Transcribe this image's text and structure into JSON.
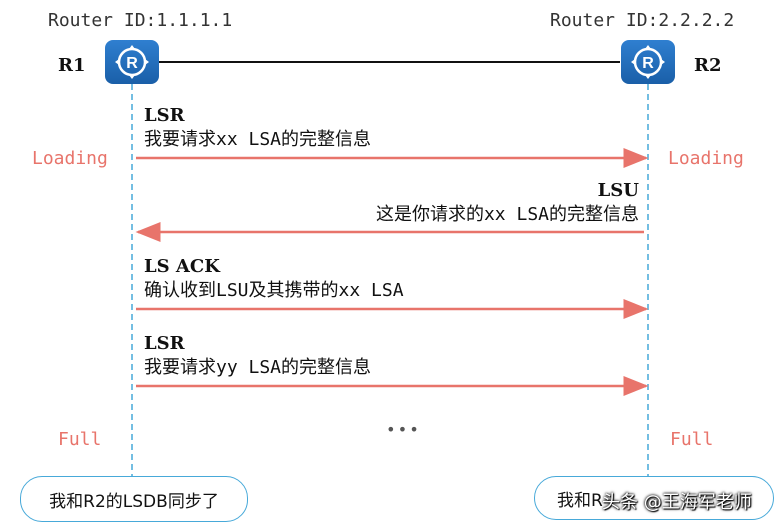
{
  "routers": {
    "left": {
      "id_label": "Router ID:1.1.1.1",
      "name": "R1"
    },
    "right": {
      "id_label": "Router ID:2.2.2.2",
      "name": "R2"
    }
  },
  "states": {
    "left_loading": "Loading",
    "right_loading": "Loading",
    "left_full": "Full",
    "right_full": "Full"
  },
  "messages": [
    {
      "title": "LSR",
      "desc": "我要请求xx LSA的完整信息",
      "direction": "R1→R2"
    },
    {
      "title": "LSU",
      "desc": "这是你请求的xx LSA的完整信息",
      "direction": "R2→R1"
    },
    {
      "title": "LS ACK",
      "desc": "确认收到LSU及其携带的xx LSA",
      "direction": "R1→R2"
    },
    {
      "title": "LSR",
      "desc": "我要请求yy LSA的完整信息",
      "direction": "R1→R2"
    }
  ],
  "ellipsis": "•••",
  "bubbles": {
    "left": "我和R2的LSDB同步了",
    "right": "我和R"
  },
  "watermark": "头条 @王海军老师",
  "colors": {
    "arrow": "#e8746b",
    "lifeline": "#47a9d9",
    "router": "#1f6db8",
    "state_text": "#e8746b"
  },
  "icons": {
    "router": "router-icon"
  }
}
